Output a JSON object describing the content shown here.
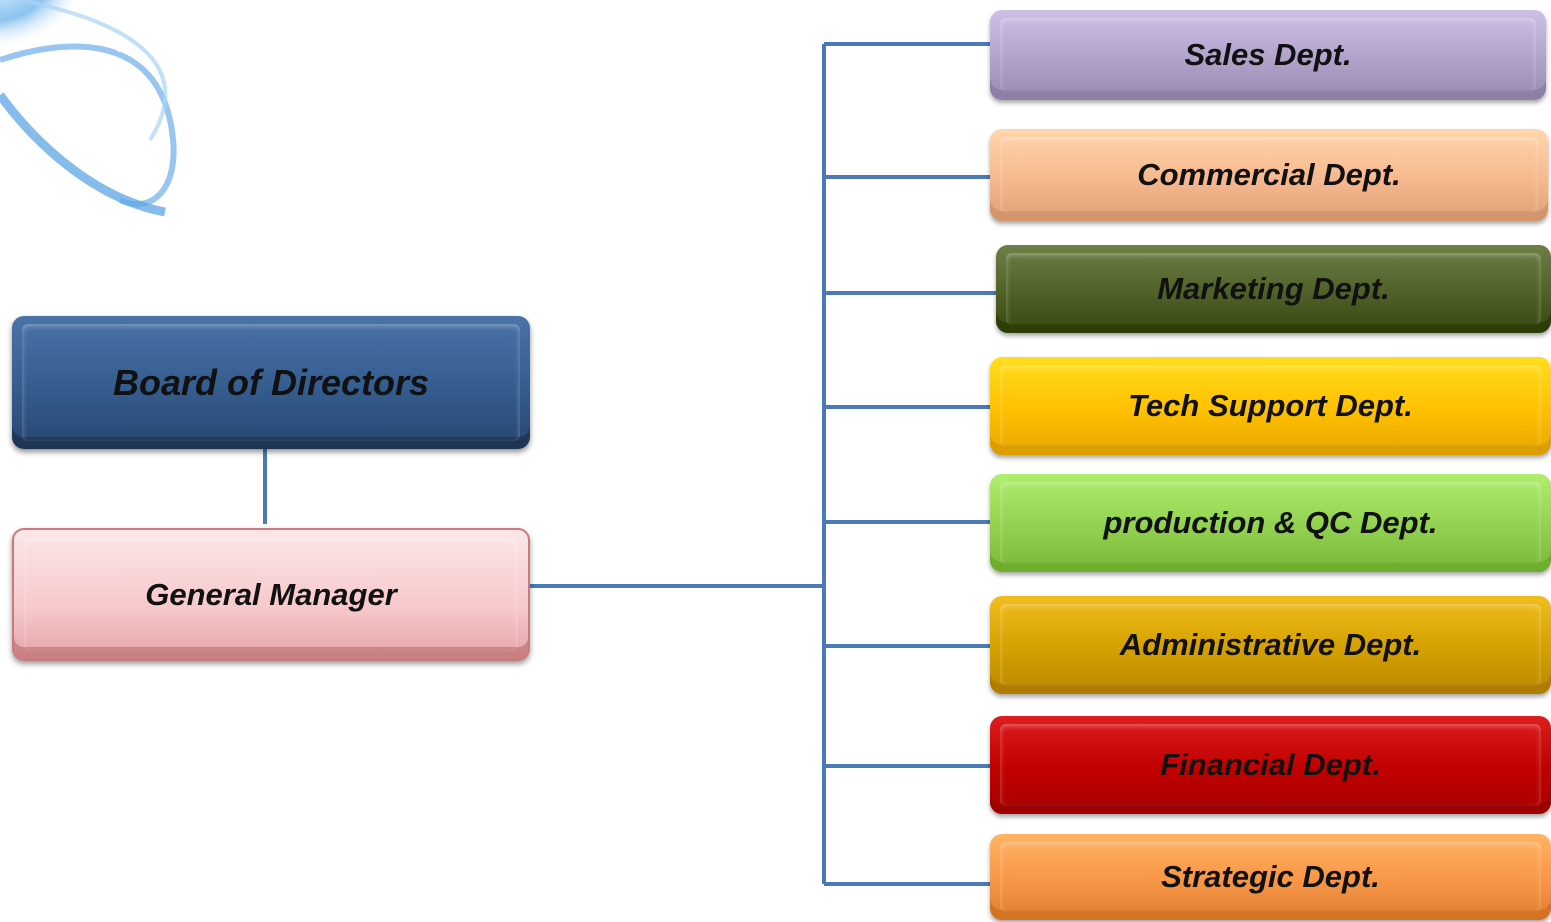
{
  "org_chart": {
    "board": {
      "label": "Board of Directors",
      "color": "#3b6396"
    },
    "general_manager": {
      "label": "General Manager",
      "color": "#f9d2d4"
    },
    "connector_color": "#4a7ab8",
    "departments": [
      {
        "label": "Sales Dept.",
        "color": "#b1a2ca"
      },
      {
        "label": "Commercial Dept.",
        "color": "#f6b88e"
      },
      {
        "label": "Marketing Dept.",
        "color": "#4f6128"
      },
      {
        "label": "Tech Support Dept.",
        "color": "#ffc000"
      },
      {
        "label": "production & QC Dept.",
        "color": "#92d050"
      },
      {
        "label": "Administrative Dept.",
        "color": "#d4a000"
      },
      {
        "label": "Financial Dept.",
        "color": "#c00000"
      },
      {
        "label": "Strategic Dept.",
        "color": "#f79646"
      }
    ]
  }
}
